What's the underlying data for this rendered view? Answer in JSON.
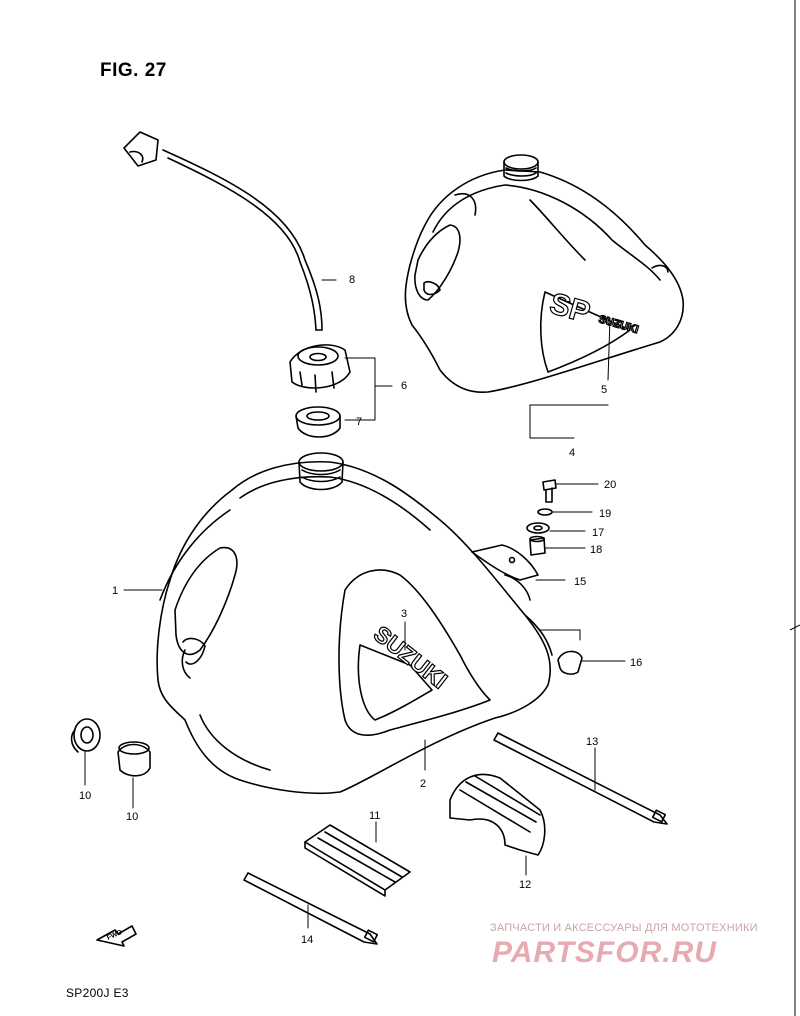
{
  "figure": {
    "title": "FIG. 27",
    "model": "SP200J  E3"
  },
  "diagram": {
    "callouts": [
      "1",
      "2",
      "3",
      "4",
      "5",
      "6",
      "7",
      "8",
      "10",
      "10",
      "11",
      "12",
      "13",
      "14",
      "15",
      "16",
      "17",
      "18",
      "19",
      "20"
    ],
    "decal_main": "SUZUKI",
    "decal_sp": "SP",
    "decal_sp_small": "SUZUKI",
    "fwd_label": "FWD"
  },
  "watermark": {
    "text": "ЗАПЧАСТИ И АКСЕССУАРЫ ДЛЯ МОТОТЕХНИКИ",
    "brand": "PARTSFOR.RU",
    "color": "#e7aab0"
  }
}
